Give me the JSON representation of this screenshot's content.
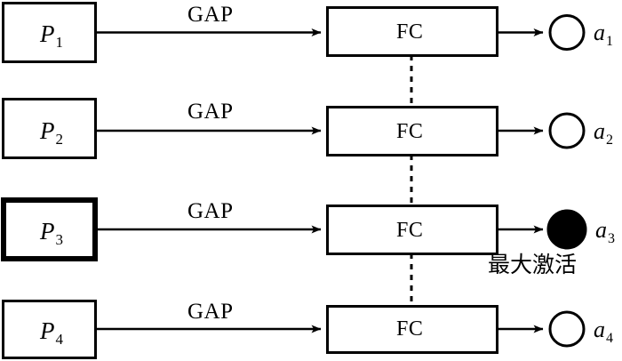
{
  "figure": {
    "type": "diagram",
    "title": "",
    "background_color": "#ffffff",
    "stroke_color": "#000000"
  },
  "rows": [
    {
      "id": "row-1",
      "part_label": "P",
      "part_sub": "1",
      "part_highlighted": false,
      "edge_label": "GAP",
      "fc_label": "FC",
      "activation_label": "a",
      "activation_sub": "1",
      "activation_filled": false,
      "note": ""
    },
    {
      "id": "row-2",
      "part_label": "P",
      "part_sub": "2",
      "part_highlighted": false,
      "edge_label": "GAP",
      "fc_label": "FC",
      "activation_label": "a",
      "activation_sub": "2",
      "activation_filled": false,
      "note": ""
    },
    {
      "id": "row-3",
      "part_label": "P",
      "part_sub": "3",
      "part_highlighted": true,
      "edge_label": "GAP",
      "fc_label": "FC",
      "activation_label": "a",
      "activation_sub": "3",
      "activation_filled": true,
      "note": "最大激活"
    },
    {
      "id": "row-4",
      "part_label": "P",
      "part_sub": "4",
      "part_highlighted": false,
      "edge_label": "GAP",
      "fc_label": "FC",
      "activation_label": "a",
      "activation_sub": "4",
      "activation_filled": false,
      "note": ""
    }
  ],
  "connector": {
    "style": "dashed",
    "orientation": "vertical",
    "name": "shared-weights-link"
  }
}
